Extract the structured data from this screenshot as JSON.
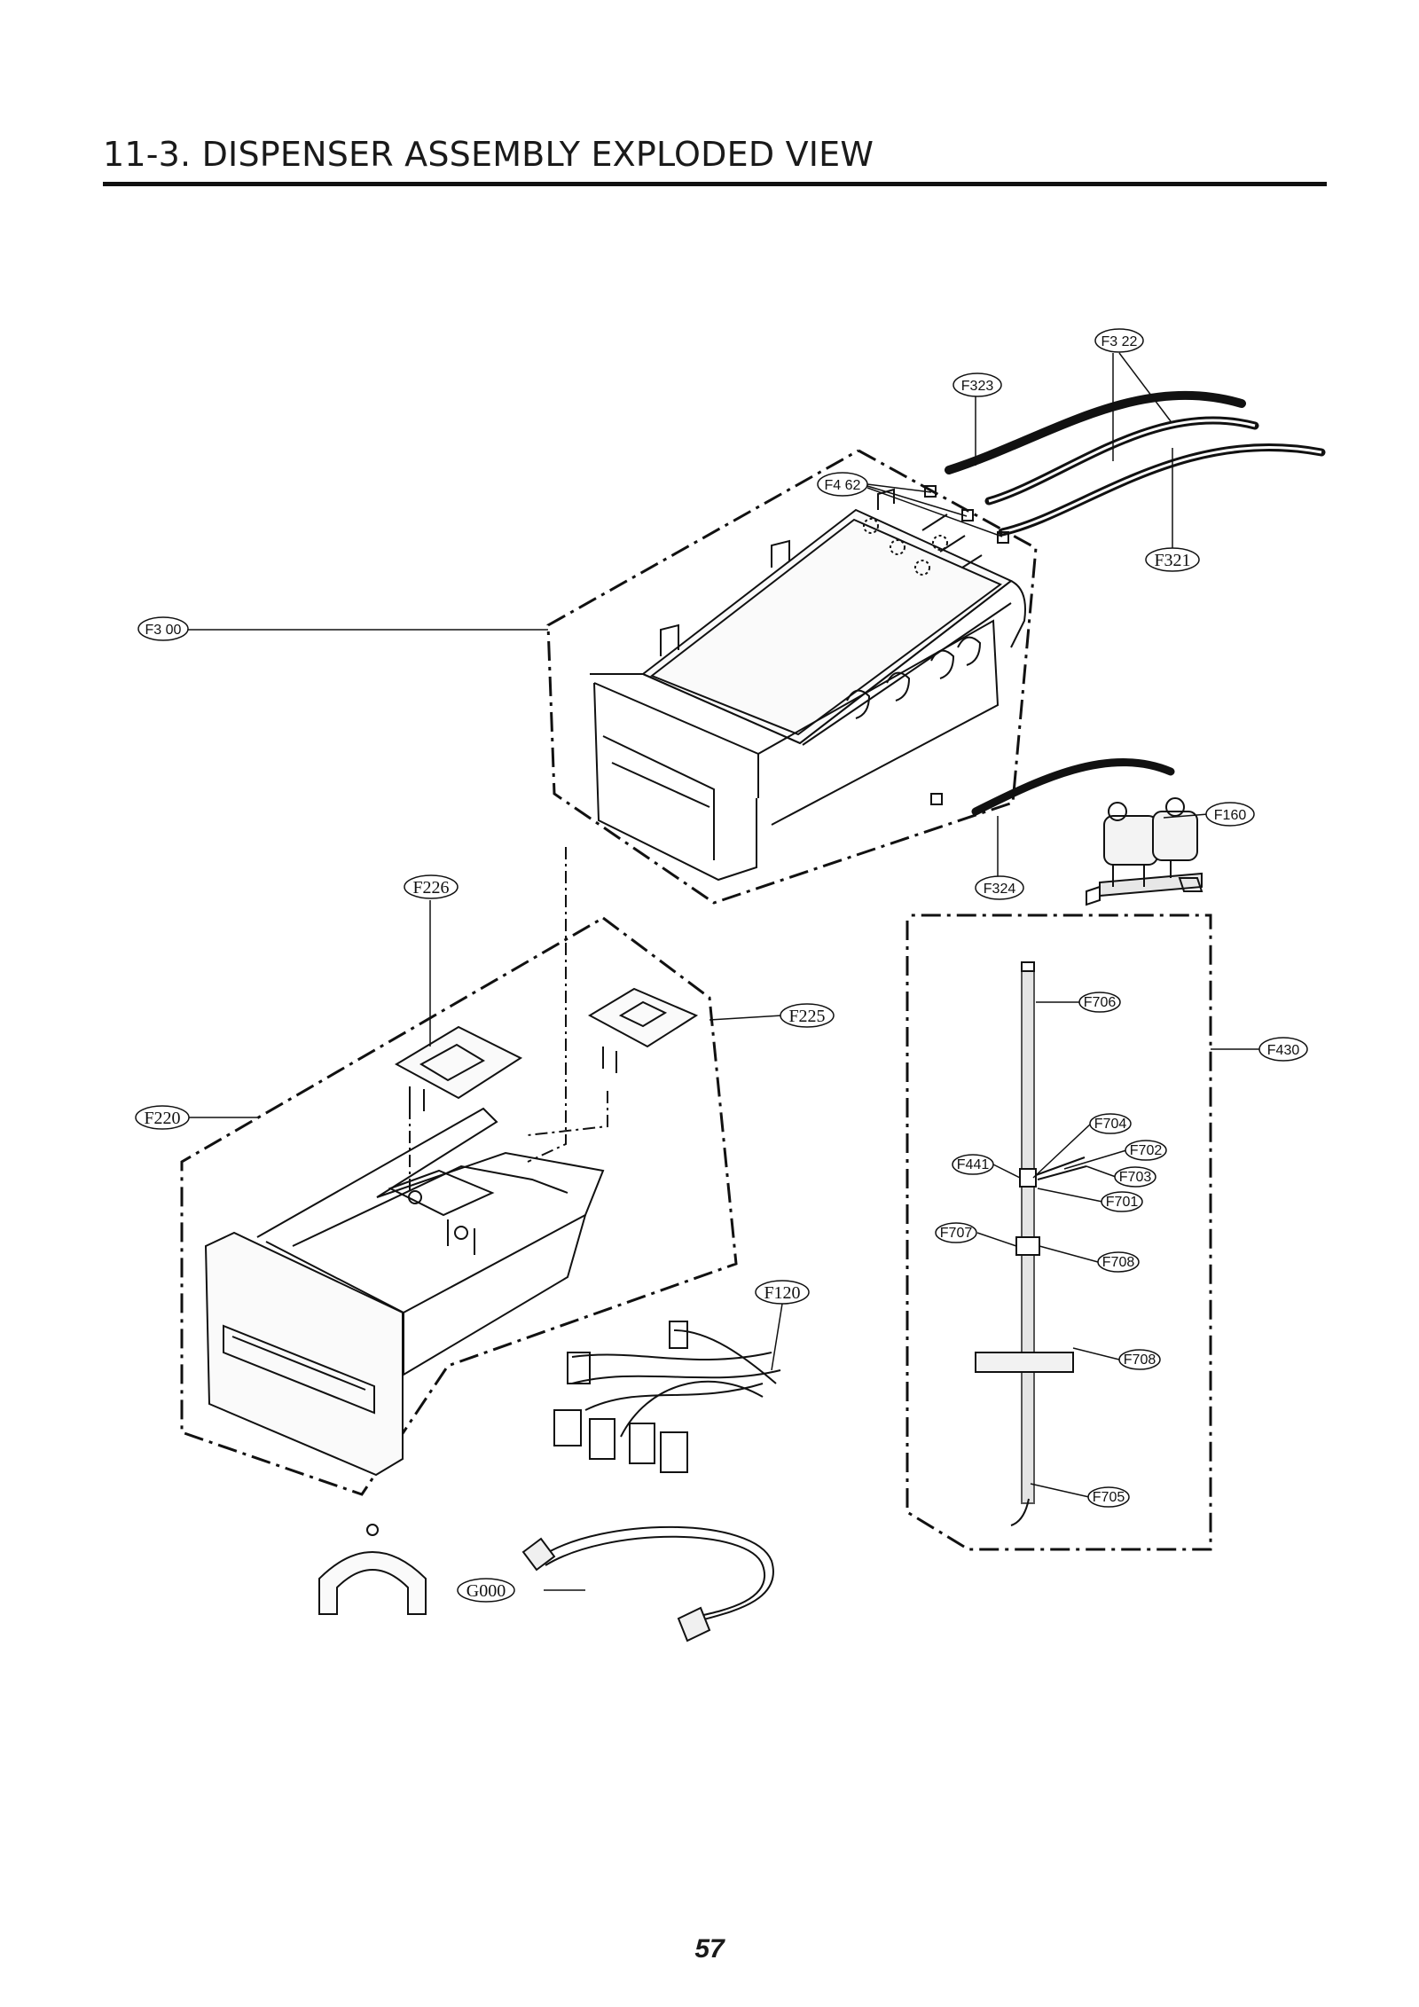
{
  "header": {
    "title": "11-3. DISPENSER ASSEMBLY EXPLODED VIEW"
  },
  "labels": {
    "f322": "F3 22",
    "f323": "F323",
    "f462": "F4 62",
    "f321": "F321",
    "f300": "F3 00",
    "f160": "F160",
    "f324": "F324",
    "f226": "F226",
    "f225": "F225",
    "f430": "F430",
    "f706": "F706",
    "f220": "F220",
    "f704": "F704",
    "f702": "F702",
    "f441": "F441",
    "f703": "F703",
    "f701": "F701",
    "f707": "F707",
    "f708a": "F708",
    "f120": "F120",
    "f708b": "F708",
    "f705": "F705",
    "g000": "G000"
  },
  "footer": {
    "page_number": "57"
  }
}
